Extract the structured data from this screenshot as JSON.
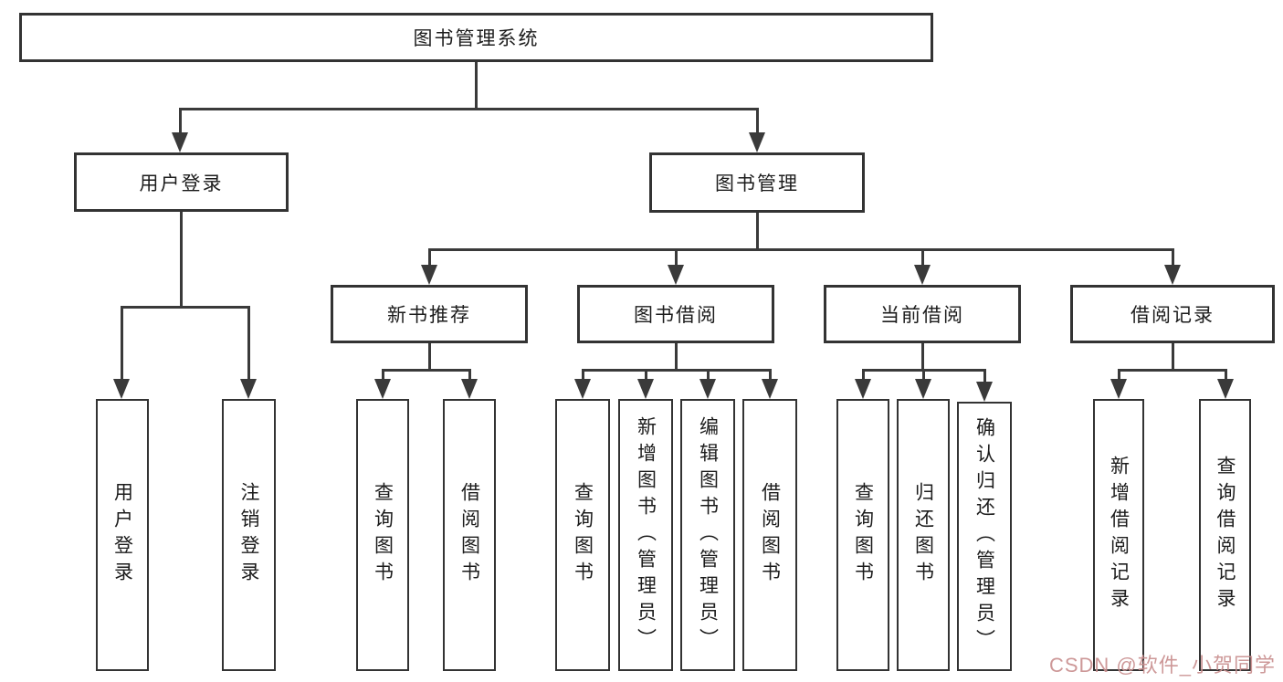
{
  "nodes": {
    "root": "图书管理系统",
    "level2": [
      "用户登录",
      "图书管理"
    ],
    "level3": [
      "新书推荐",
      "图书借阅",
      "当前借阅",
      "借阅记录"
    ],
    "leaves": {
      "user_login": [
        "用户登录",
        "注销登录"
      ],
      "new_book": [
        "查询图书",
        "借阅图书"
      ],
      "book_borrow": [
        "查询图书",
        "新增图书（管理员）",
        "编辑图书（管理员）",
        "借阅图书"
      ],
      "current_borrow": [
        "查询图书",
        "归还图书",
        "确认归还（管理员）"
      ],
      "borrow_records": [
        "新增借阅记录",
        "查询借阅记录"
      ]
    }
  },
  "watermark": {
    "text": "CSDN @软件_小贺同学"
  },
  "colors": {
    "line": "#3a3a3a",
    "border": "#333333",
    "text": "#1c1c1c",
    "watermark": "#c98f8f",
    "background": "#ffffff"
  }
}
